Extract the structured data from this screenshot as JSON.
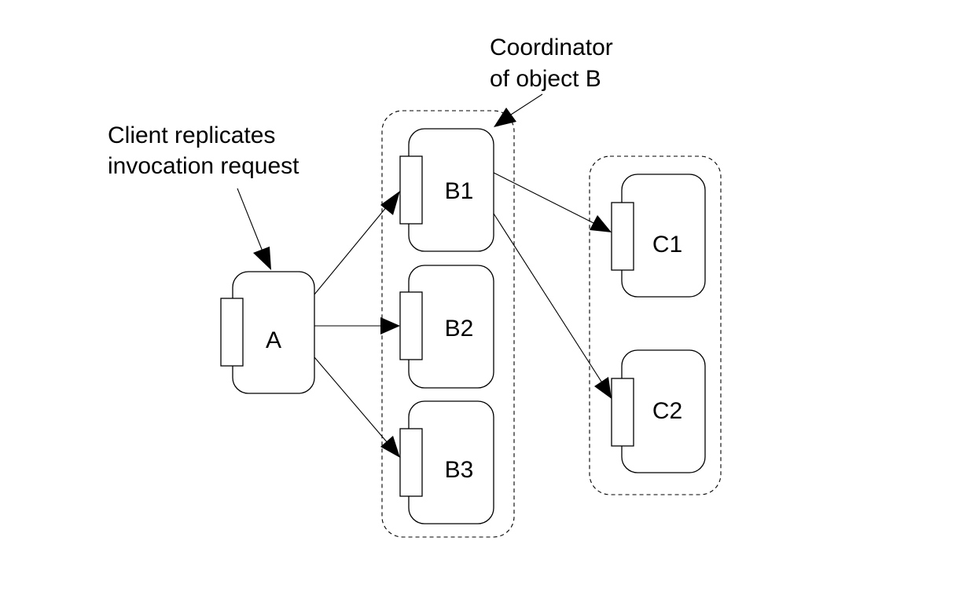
{
  "annotations": {
    "client": [
      "Client replicates",
      "invocation request"
    ],
    "coordinator": [
      "Coordinator",
      "of object B"
    ]
  },
  "objects": {
    "a": "A",
    "b1": "B1",
    "b2": "B2",
    "b3": "B3",
    "c1": "C1",
    "c2": "C2"
  },
  "colors": {
    "stroke": "#000000",
    "background": "#ffffff"
  }
}
